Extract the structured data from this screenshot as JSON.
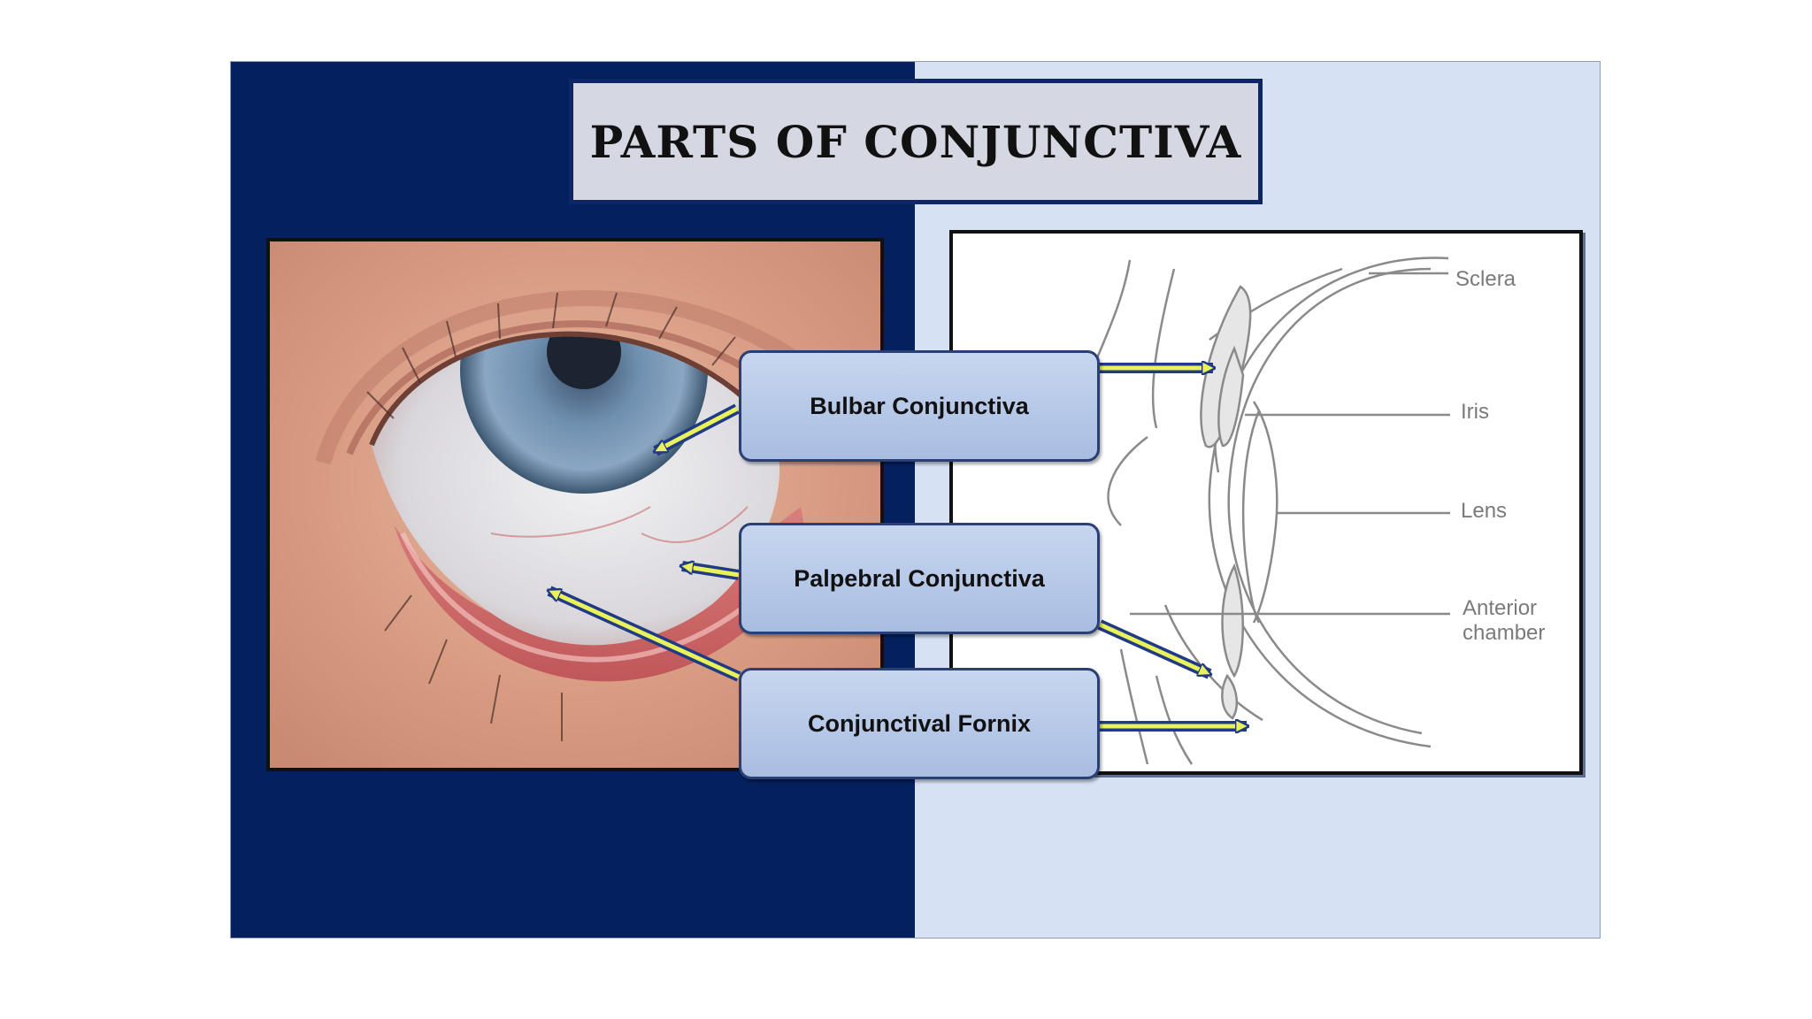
{
  "title": "PARTS OF CONJUNCTIVA",
  "terms": {
    "bulbar": "Bulbar Conjunctiva",
    "palpebral": "Palpebral Conjunctiva",
    "fornix": "Conjunctival Fornix"
  },
  "diagram_labels": {
    "sclera": "Sclera",
    "iris": "Iris",
    "lens": "Lens",
    "anterior_chamber": "Anterior chamber"
  },
  "colors": {
    "left_panel": "#04205f",
    "right_panel": "#d6e1f3",
    "arrow_fill": "#e9f25a",
    "arrow_outline": "#213a86",
    "box_fill": "#b7c8e8"
  }
}
